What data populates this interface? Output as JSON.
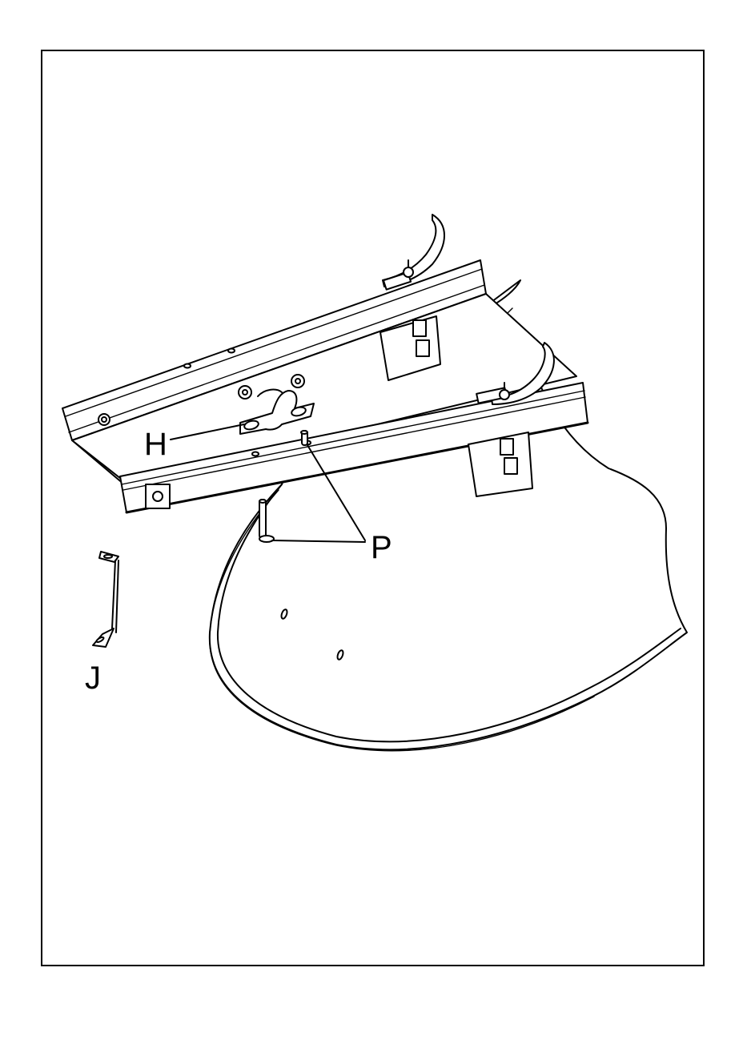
{
  "diagram": {
    "labels": {
      "H": "H",
      "P": "P",
      "J": "J"
    },
    "colors": {
      "ink": "#000000",
      "paper": "#ffffff"
    }
  }
}
